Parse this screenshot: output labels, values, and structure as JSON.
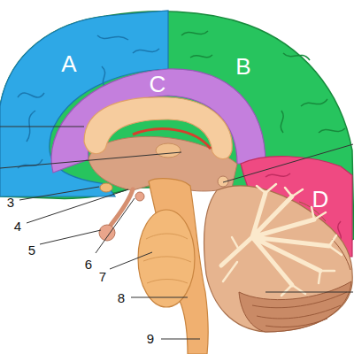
{
  "diagram": {
    "labels": [
      "A",
      "B",
      "C",
      "D",
      "3",
      "4",
      "5",
      "6",
      "7",
      "8",
      "9"
    ]
  }
}
